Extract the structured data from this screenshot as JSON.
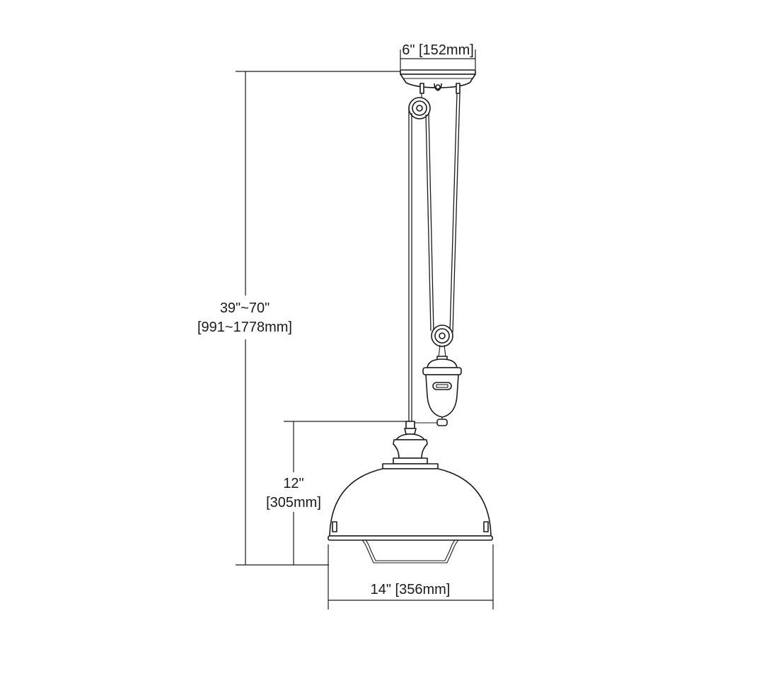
{
  "dimensions": {
    "canopy_width": "6\" [152mm]",
    "overall_height_line1": "39\"~70\"",
    "overall_height_line2": "[991~1778mm]",
    "shade_height_line1": "12\"",
    "shade_height_line2": "[305mm]",
    "shade_width": "14\" [356mm]"
  },
  "colors": {
    "line": "#1a1a1a",
    "background": "#ffffff"
  }
}
